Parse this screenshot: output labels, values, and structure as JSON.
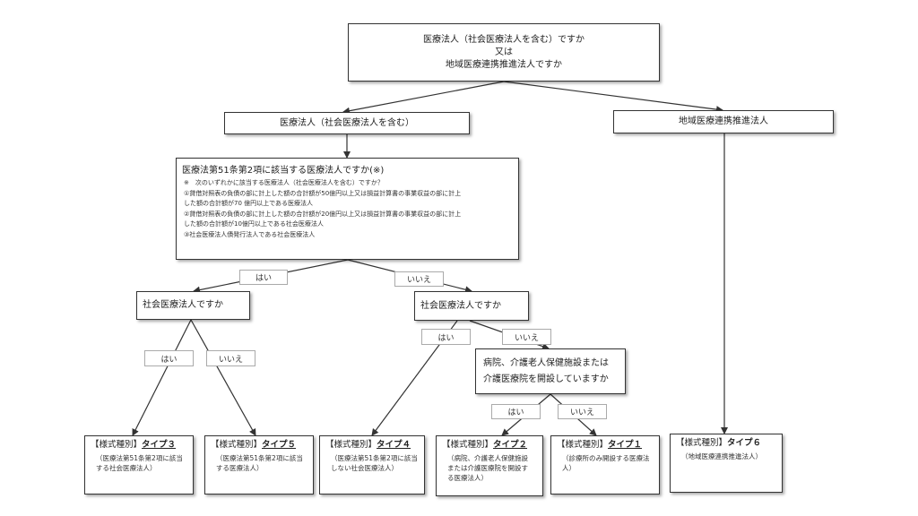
{
  "nodes": {
    "top": {
      "lines": [
        "医療法人（社会医療法人を含む）ですか",
        "又は",
        "地域医療連携推進法人ですか"
      ]
    },
    "medical_corp": {
      "label": "医療法人（社会医療法人を含む）"
    },
    "regional": {
      "label": "地域医療連携推進法人"
    },
    "q51": {
      "title": "医療法第51条第2項に該当する医療法人ですか(※)",
      "notes": [
        "※　次のいずれかに該当する医療法人（社会医療法人を含む）ですか？",
        "①貸借対照表の負債の部に計上した額の合計額が50億円以上又は損益計算書の事業収益の部に計上",
        "した額の合計額が70 億円以上である医療法人",
        "②貸借対照表の負債の部に計上した額の合計額が20億円以上又は損益計算書の事業収益の部に計上",
        "した額の合計額が10億円以上である社会医療法人",
        "③社会医療法人債発行法人である社会医療法人"
      ]
    },
    "social_left": {
      "label": "社会医療法人ですか"
    },
    "social_right": {
      "label": "社会医療法人ですか"
    },
    "hospital_q": {
      "lines": [
        "病院、介護老人保健施設または",
        "介護医療院を開設していますか"
      ]
    }
  },
  "edge_labels": {
    "yes1": "はい",
    "no1": "いいえ",
    "yes2": "はい",
    "no2": "いいえ",
    "yes3": "はい",
    "no3": "いいえ",
    "yes4": "はい",
    "no4": "いいえ"
  },
  "results": [
    {
      "prefix": "【様式種別】",
      "type": "タイプ３",
      "desc": [
        "（医療法第51条第2項に該当",
        "する社会医療法人）"
      ]
    },
    {
      "prefix": "【様式種別】",
      "type": "タイプ５",
      "desc": [
        "（医療法第51条第2項に該当",
        "する医療法人）"
      ]
    },
    {
      "prefix": "【様式種別】",
      "type": "タイプ４",
      "desc": [
        "（医療法第51条第2項に該当",
        "しない社会医療法人）"
      ]
    },
    {
      "prefix": "【様式種別】",
      "type": "タイプ２",
      "desc": [
        "（病院、介護老人保健施設",
        "または介護医療院を開設す",
        "る医療法人）"
      ]
    },
    {
      "prefix": "【様式種別】",
      "type": "タイプ１",
      "desc": [
        "（診療所のみ開設する医療法",
        "人）"
      ]
    },
    {
      "prefix": "【様式種別】",
      "type": "タイプ６",
      "desc": [
        "（地域医療連携推進法人）"
      ]
    }
  ],
  "colors": {
    "line": "#333333",
    "border": "#333333",
    "label_border": "#aaaaaa"
  }
}
